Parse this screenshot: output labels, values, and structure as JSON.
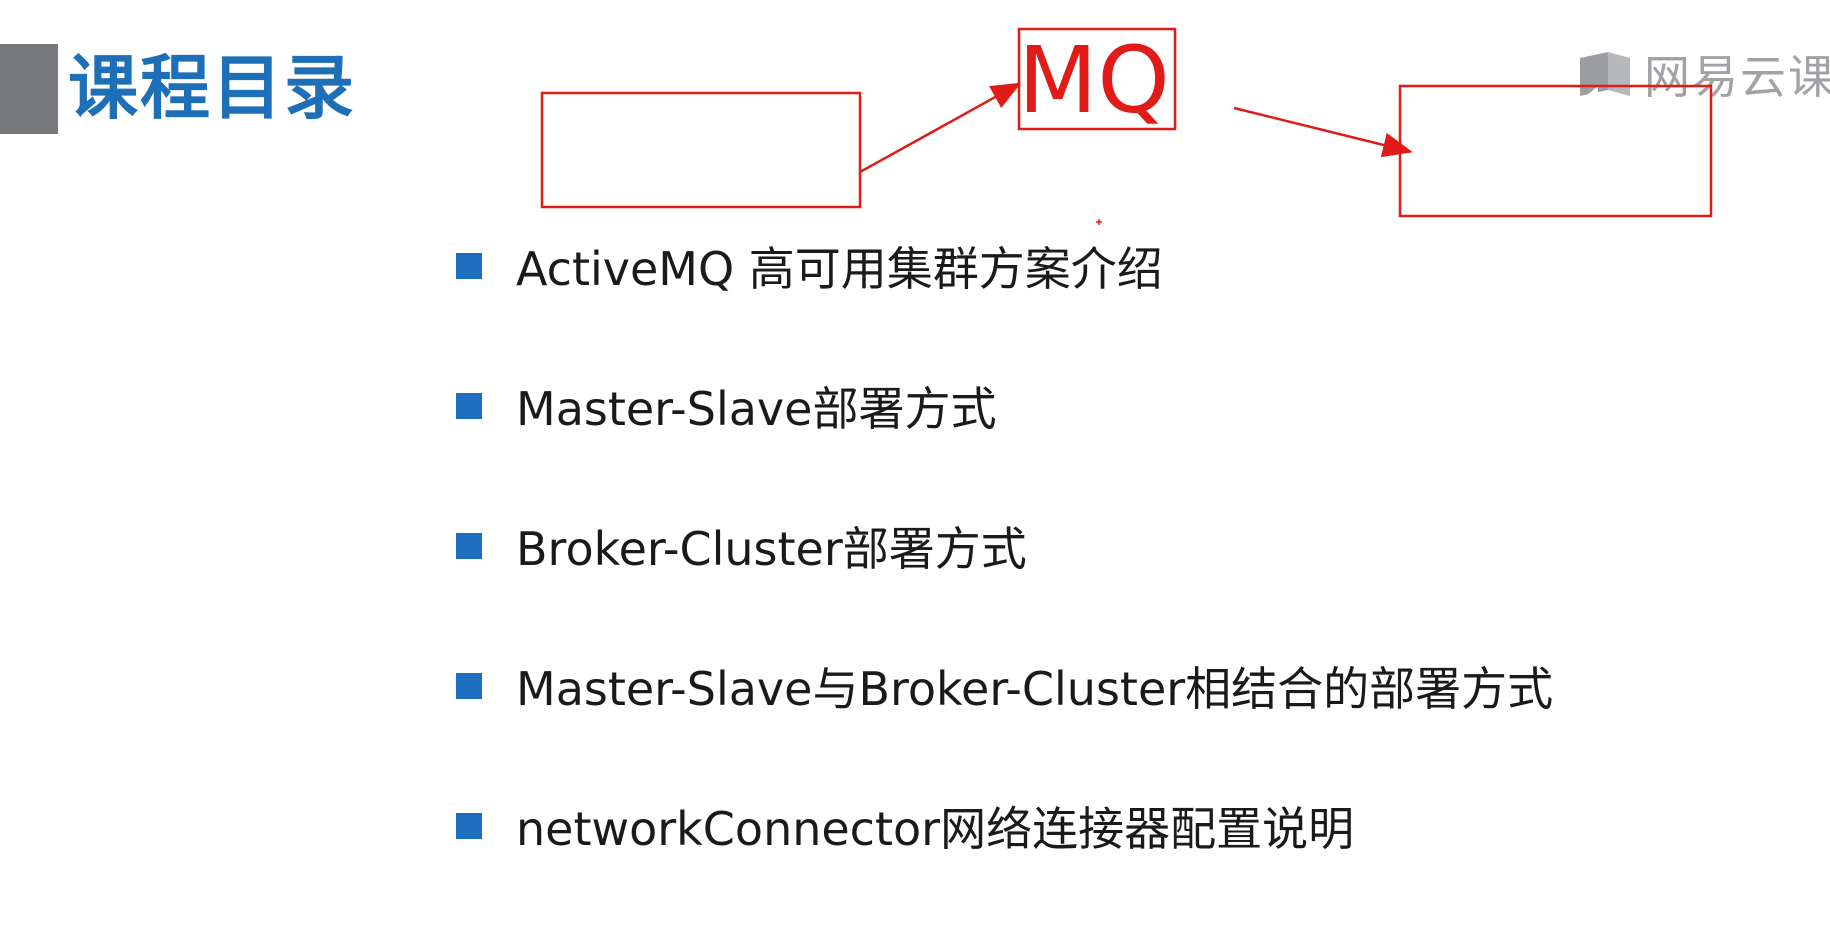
{
  "header": {
    "title": "课程目录",
    "brand": "网易云课堂",
    "brand_icon": "book-icon"
  },
  "annotation": {
    "label": "MQ",
    "color": "#e11b17"
  },
  "items": [
    "ActiveMQ 高可用集群方案介绍",
    "Master-Slave部署方式",
    "Broker-Cluster部署方式",
    "Master-Slave与Broker-Cluster相结合的部署方式",
    "networkConnector网络连接器配置说明"
  ],
  "colors": {
    "title": "#1d6fb8",
    "bullet": "#1f6fc0",
    "accent_bar": "#76787c"
  }
}
